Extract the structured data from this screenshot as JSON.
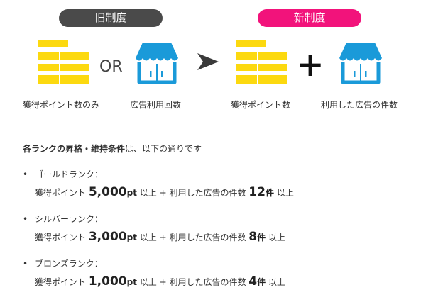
{
  "old_system": {
    "badge": "旧制度",
    "badge_color": "#4a4a4a",
    "or_label": "OR",
    "label_points": "獲得ポイント数のみ",
    "label_ads": "広告利用回数"
  },
  "new_system": {
    "badge": "新制度",
    "badge_color": "#f2137b",
    "plus_label": "+",
    "label_points": "獲得ポイント数",
    "label_ads": "利用した広告の件数"
  },
  "icons": {
    "coins": "coin-stack-icon",
    "shop": "shop-icon",
    "arrow": "arrow-right-icon",
    "coin_color": "#fcd90f",
    "shop_color": "#1a9ad9"
  },
  "intro": {
    "bold": "各ランクの昇格・維持条件",
    "rest": "は、以下の通りです"
  },
  "ranks": [
    {
      "name": "ゴールドランク：",
      "points_prefix": "獲得ポイント",
      "points": "5,000",
      "points_unit": "pt",
      "mid": "以上 + 利用した広告の件数",
      "ads": "12",
      "ads_unit": "件",
      "suffix": "以上"
    },
    {
      "name": "シルバーランク：",
      "points_prefix": "獲得ポイント",
      "points": "3,000",
      "points_unit": "pt",
      "mid": "以上 + 利用した広告の件数",
      "ads": "8",
      "ads_unit": "件",
      "suffix": "以上"
    },
    {
      "name": "ブロンズランク：",
      "points_prefix": "獲得ポイント",
      "points": "1,000",
      "points_unit": "pt",
      "mid": "以上 + 利用した広告の件数",
      "ads": "4",
      "ads_unit": "件",
      "suffix": "以上"
    }
  ]
}
